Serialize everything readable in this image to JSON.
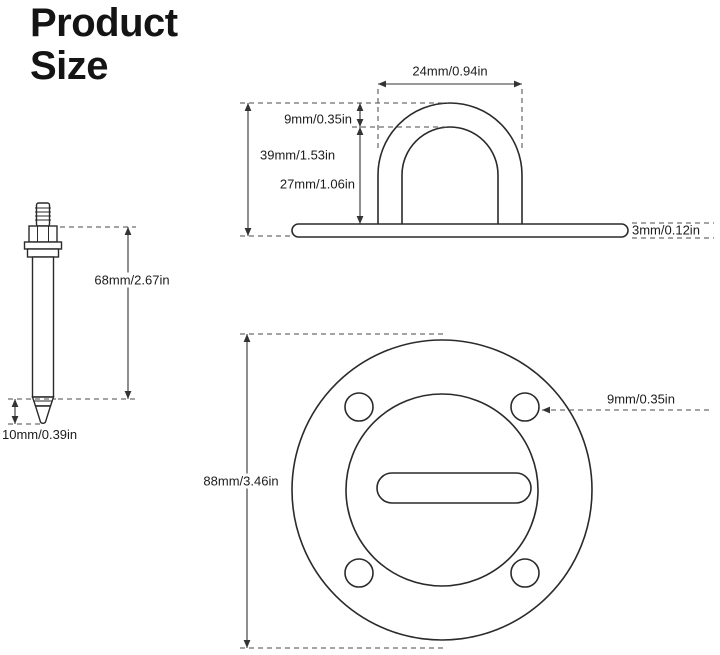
{
  "page": {
    "title": "Product Size"
  },
  "colors": {
    "ink": "#2a2a2a",
    "background": "#ffffff"
  },
  "views": {
    "pad_eye_side": {
      "dims": {
        "arch_width": "24mm/0.94in",
        "arch_thickness": "9mm/0.35in",
        "total_height": "39mm/1.53in",
        "inner_height": "27mm/1.06in",
        "plate_thickness": "3mm/0.12in"
      }
    },
    "bolt_side": {
      "dims": {
        "shaft_length": "68mm/2.67in",
        "tip_length": "10mm/0.39in"
      }
    },
    "plate_top": {
      "dims": {
        "hole_diameter": "9mm/0.35in",
        "plate_diameter": "88mm/3.46in"
      }
    }
  }
}
